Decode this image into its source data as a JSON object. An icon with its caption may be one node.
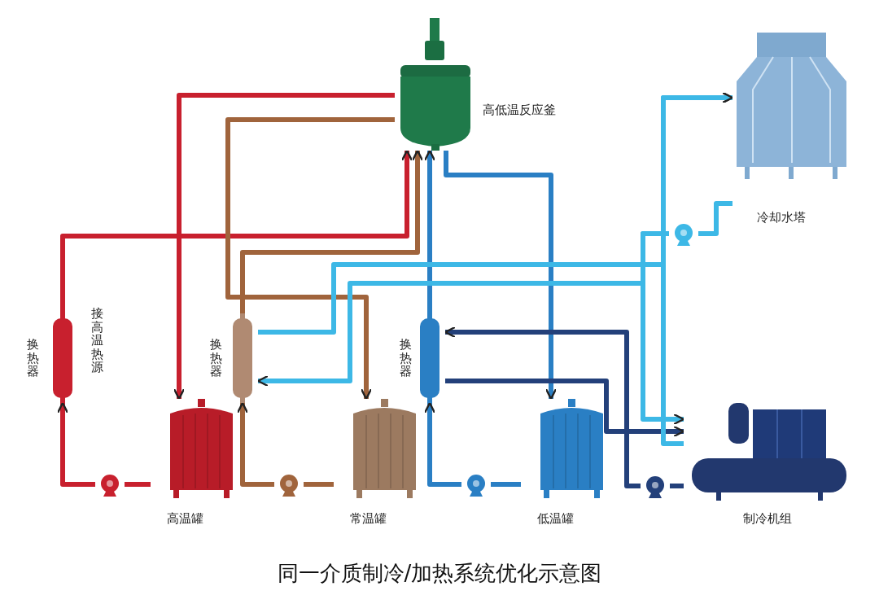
{
  "diagram": {
    "caption": "同一介质制冷/加热系统优化示意图",
    "nodes": [
      {
        "text": [
          "高低温反应釜"
        ]
      },
      {
        "text": [
          "冷却水塔"
        ]
      },
      {
        "text": [
          "换热器"
        ],
        "beside": [
          "接高温热源"
        ]
      },
      {
        "text": [
          "换热器"
        ]
      },
      {
        "text": [
          "换热器"
        ]
      },
      {
        "text": [
          "高温罐"
        ]
      },
      {
        "text": [
          "常温罐"
        ]
      },
      {
        "text": [
          "低温罐"
        ]
      },
      {
        "text": [
          "制冷机组"
        ]
      },
      {
        "text": [],
        "shape": "pump"
      },
      {
        "text": [],
        "shape": "pump"
      },
      {
        "text": [],
        "shape": "pump"
      },
      {
        "text": [],
        "shape": "pump"
      },
      {
        "text": [],
        "shape": "pump"
      }
    ],
    "edges": [
      {
        "from": 5,
        "to": 9,
        "arrow": "none",
        "color": "#c8202e"
      },
      {
        "from": 9,
        "to": 2,
        "arrow": "to",
        "color": "#c8202e"
      },
      {
        "from": 2,
        "to": 0,
        "arrow": "to",
        "color": "#c8202e"
      },
      {
        "from": 0,
        "to": 5,
        "arrow": "to",
        "color": "#c8202e"
      },
      {
        "from": 6,
        "to": 10,
        "arrow": "none",
        "color": "#a0643c"
      },
      {
        "from": 10,
        "to": 3,
        "arrow": "to",
        "color": "#a0643c"
      },
      {
        "from": 3,
        "to": 0,
        "arrow": "to",
        "color": "#a0643c"
      },
      {
        "from": 0,
        "to": 6,
        "arrow": "to",
        "color": "#a0643c"
      },
      {
        "from": 7,
        "to": 11,
        "arrow": "none",
        "color": "#2a7fc4"
      },
      {
        "from": 11,
        "to": 4,
        "arrow": "to",
        "color": "#2a7fc4"
      },
      {
        "from": 4,
        "to": 0,
        "arrow": "to",
        "color": "#2a7fc4"
      },
      {
        "from": 0,
        "to": 7,
        "arrow": "to",
        "color": "#2a7fc4"
      },
      {
        "from": 4,
        "to": 8,
        "arrow": "to",
        "color": "#23407a"
      },
      {
        "from": 8,
        "to": 12,
        "arrow": "none",
        "color": "#23407a"
      },
      {
        "from": 12,
        "to": 4,
        "arrow": "to",
        "color": "#23407a"
      },
      {
        "from": 1,
        "to": 13,
        "arrow": "none",
        "color": "#3db8e6"
      },
      {
        "from": 13,
        "to": 8,
        "arrow": "to",
        "color": "#3db8e6"
      },
      {
        "from": 8,
        "to": 1,
        "arrow": "to",
        "color": "#3db8e6"
      },
      {
        "from": 13,
        "to": 3,
        "arrow": "to",
        "color": "#3db8e6"
      },
      {
        "from": 3,
        "to": 1,
        "arrow": "to",
        "color": "#3db8e6"
      }
    ]
  }
}
